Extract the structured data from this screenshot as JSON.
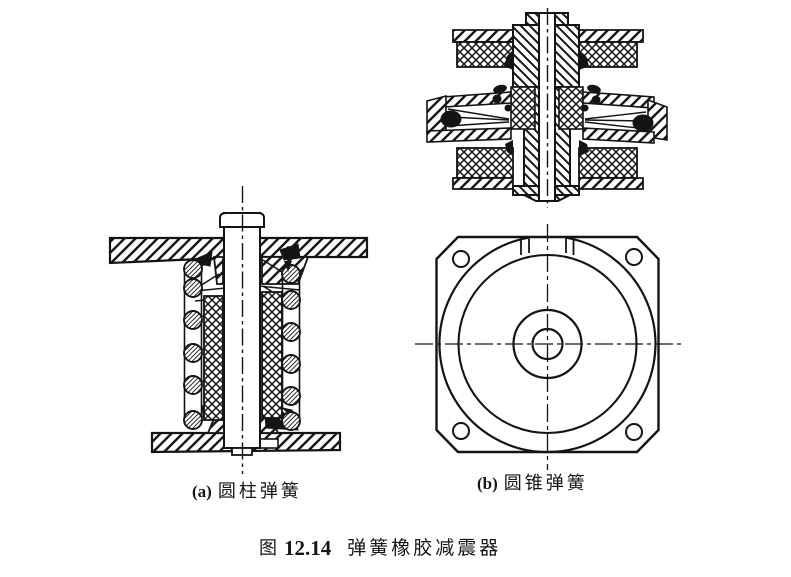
{
  "page": {
    "background": "#ffffff",
    "ink": "#111111"
  },
  "figure": {
    "subfigure_a": {
      "label": "(a)",
      "title": "圆柱弹簧"
    },
    "subfigure_b": {
      "label": "(b)",
      "title": "圆锥弹簧"
    },
    "caption": {
      "prefix": "图",
      "number": "12.14",
      "title": "弹簧橡胶减震器"
    }
  }
}
